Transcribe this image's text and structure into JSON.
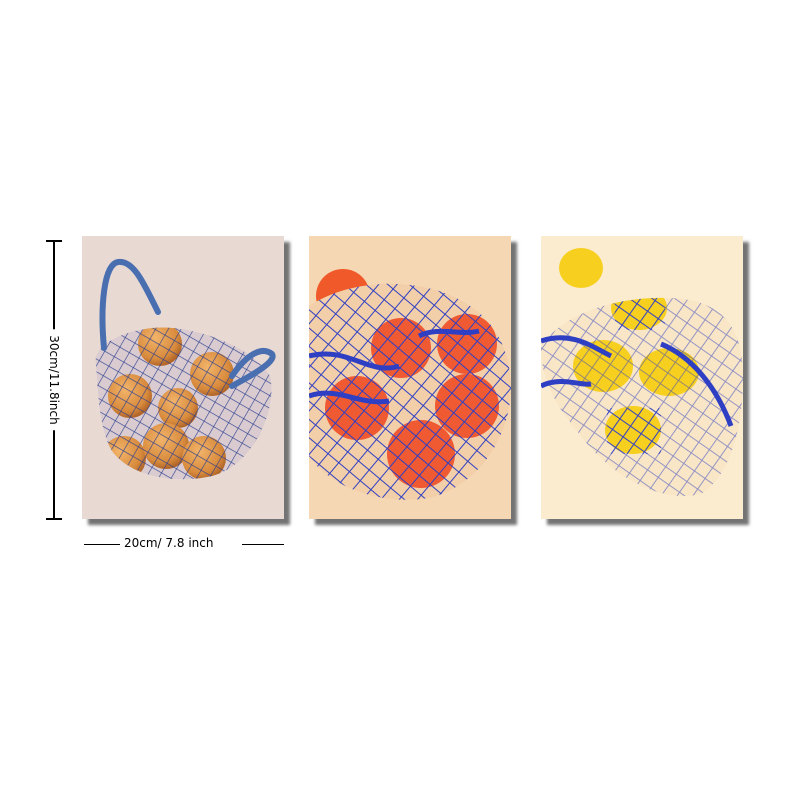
{
  "dimensions": {
    "height_label": "30cm/11.8inch",
    "width_label": "20cm/ 7.8 inch"
  },
  "prints": [
    {
      "name": "onions-in-mesh-bag",
      "background": "#e8d9d3",
      "fruit_color": "#d88a3c",
      "mesh_color": "#2b3f8f"
    },
    {
      "name": "oranges-in-mesh-bag",
      "background": "#f6d7b3",
      "fruit_color": "#f0592a",
      "mesh_color": "#2f3fc4"
    },
    {
      "name": "lemons-in-mesh-bag",
      "background": "#fbecd0",
      "fruit_color": "#f7cf1f",
      "mesh_color": "#2f3fc4"
    }
  ]
}
